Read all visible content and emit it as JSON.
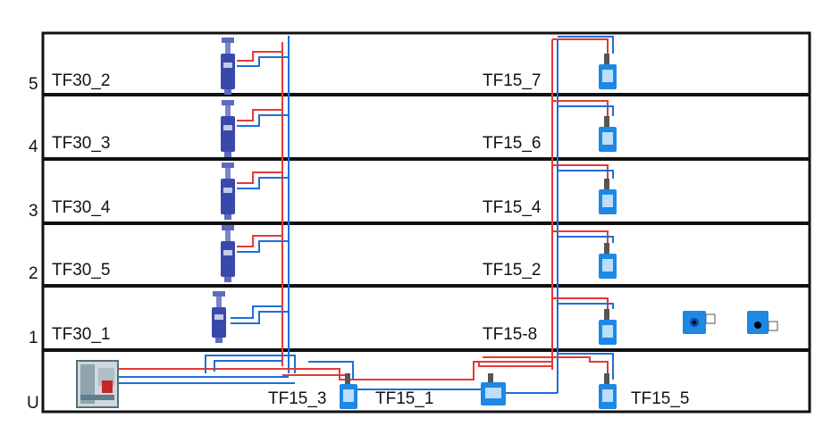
{
  "floors": [
    {
      "num": "5",
      "tf30": "TF30_2",
      "tf15": "TF15_7"
    },
    {
      "num": "4",
      "tf30": "TF30_3",
      "tf15": "TF15_6"
    },
    {
      "num": "3",
      "tf30": "TF30_4",
      "tf15": "TF15_4"
    },
    {
      "num": "2",
      "tf30": "TF30_5",
      "tf15": "TF15_2"
    },
    {
      "num": "1",
      "tf30": "TF30_1",
      "tf15": "TF15-8"
    }
  ],
  "basement": {
    "num": "U",
    "units": [
      "TF15_3",
      "TF15_1",
      "TF15_5"
    ]
  },
  "colors": {
    "supply": "#e53935",
    "return": "#1e6fd9",
    "frame": "#111111",
    "tf30_body": "#3949ab",
    "tf15_body": "#1e88e5",
    "pump_body": "#1e88e5"
  },
  "icons": {
    "tf30": "vertical-boiler-icon",
    "tf15": "wall-heater-icon",
    "main": "central-heating-plant-icon",
    "pump": "circulation-pump-icon"
  }
}
